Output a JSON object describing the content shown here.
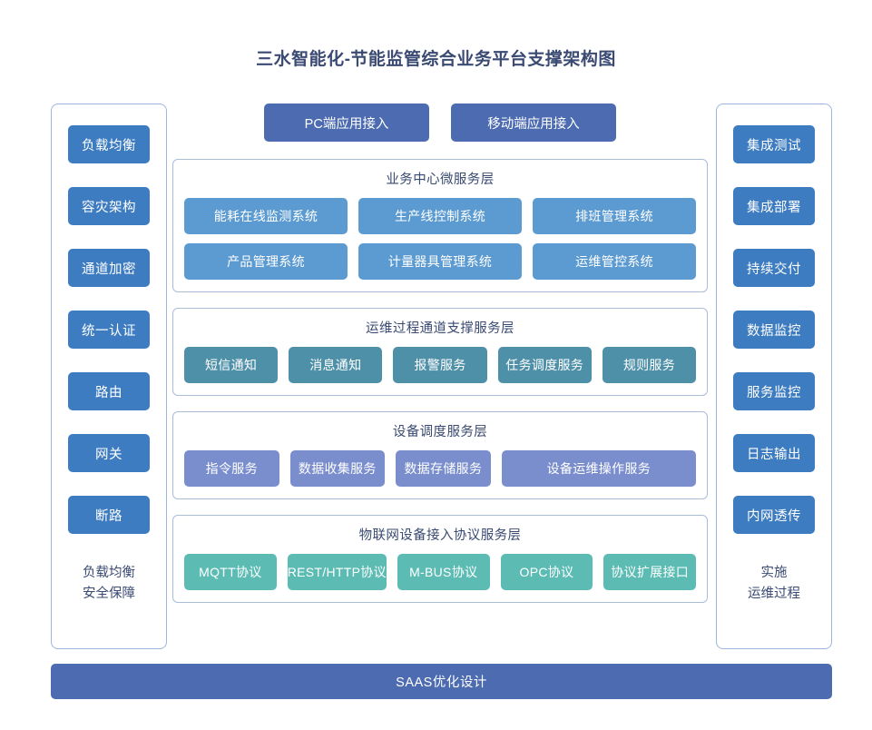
{
  "title": "三水智能化-节能监管综合业务平台支撑架构图",
  "colors": {
    "title_text": "#3a4a72",
    "side_button": "#3d7cc0",
    "access_button": "#4c6bb0",
    "business_chip": "#5c9bd1",
    "ops_chip": "#4f90a9",
    "device_chip": "#7a8ecd",
    "iot_chip": "#5cbcb4",
    "panel_border": "#a9bcd8",
    "saas_bar": "#4c6bb0"
  },
  "left_panel": {
    "items": [
      {
        "label": "负载均衡"
      },
      {
        "label": "容灾架构"
      },
      {
        "label": "通道加密"
      },
      {
        "label": "统一认证"
      },
      {
        "label": "路由"
      },
      {
        "label": "网关"
      },
      {
        "label": "断路"
      }
    ],
    "footer_line1": "负载均衡",
    "footer_line2": "安全保障"
  },
  "right_panel": {
    "items": [
      {
        "label": "集成测试"
      },
      {
        "label": "集成部署"
      },
      {
        "label": "持续交付"
      },
      {
        "label": "数据监控"
      },
      {
        "label": "服务监控"
      },
      {
        "label": "日志输出"
      },
      {
        "label": "内网透传"
      }
    ],
    "footer_line1": "实施",
    "footer_line2": "运维过程"
  },
  "access": {
    "items": [
      {
        "label": "PC端应用接入"
      },
      {
        "label": "移动端应用接入"
      }
    ]
  },
  "layers": [
    {
      "title": "业务中心微服务层",
      "rows": [
        [
          {
            "label": "能耗在线监测系统"
          },
          {
            "label": "生产线控制系统"
          },
          {
            "label": "排班管理系统"
          }
        ],
        [
          {
            "label": "产品管理系统"
          },
          {
            "label": "计量器具管理系统"
          },
          {
            "label": "运维管控系统"
          }
        ]
      ]
    },
    {
      "title": "运维过程通道支撑服务层",
      "rows": [
        [
          {
            "label": "短信通知"
          },
          {
            "label": "消息通知"
          },
          {
            "label": "报警服务"
          },
          {
            "label": "任务调度服务"
          },
          {
            "label": "规则服务"
          }
        ]
      ]
    },
    {
      "title": "设备调度服务层",
      "rows": [
        [
          {
            "label": "指令服务"
          },
          {
            "label": "数据收集服务"
          },
          {
            "label": "数据存储服务"
          },
          {
            "label": "设备运维操作服务",
            "wide": true
          }
        ]
      ]
    },
    {
      "title": "物联网设备接入协议服务层",
      "rows": [
        [
          {
            "label": "MQTT协议"
          },
          {
            "label": "REST/HTTP协议"
          },
          {
            "label": "M-BUS协议"
          },
          {
            "label": "OPC协议"
          },
          {
            "label": "协议扩展接口"
          }
        ]
      ]
    }
  ],
  "saas_bar": {
    "label": "SAAS优化设计"
  }
}
